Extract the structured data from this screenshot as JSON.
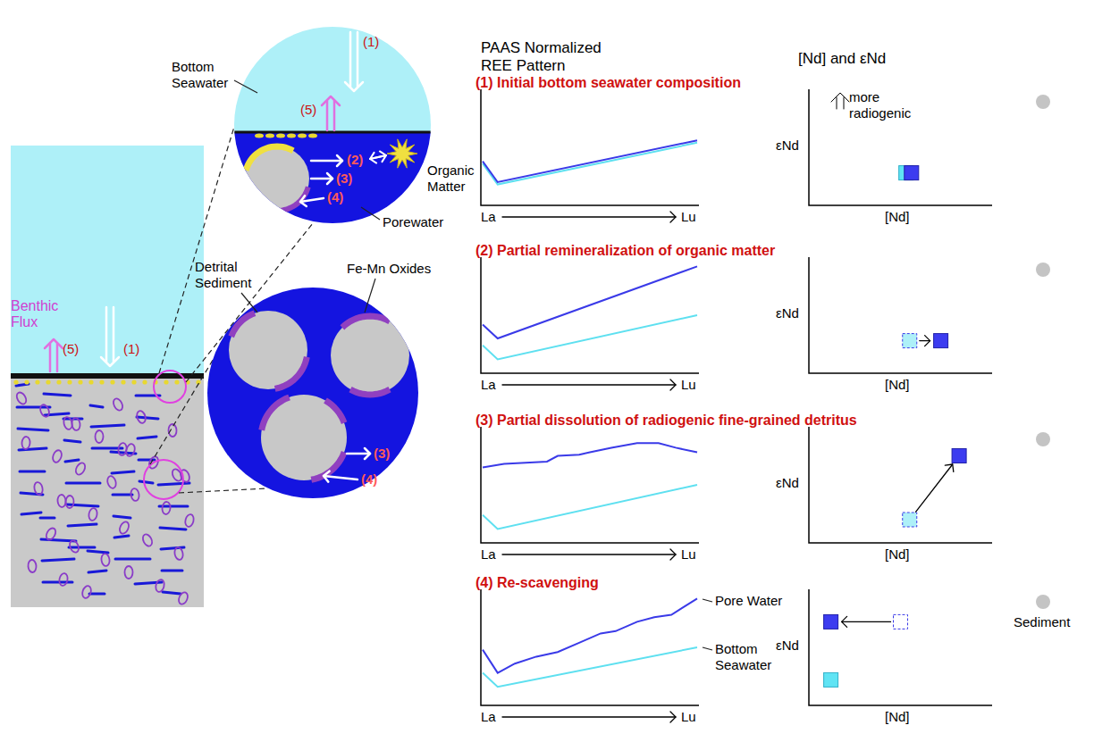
{
  "diagram": {
    "labels": [
      "Benthic Flux",
      "(5)",
      "(1)",
      "Bottom Seawater",
      "(1)",
      "(5)",
      "(2)",
      "(3)",
      "(4)",
      "Organic Matter",
      "Porewater",
      "Detrital Sediment",
      "Fe-Mn Oxides",
      "(3)",
      "(4)",
      "PAAS Normalized REE Pattern",
      "[Nd] and εNd",
      "(1) Initial bottom seawater composition",
      "La",
      "Lu",
      "εNd",
      "[Nd]",
      "more radiogenic",
      "(2) Partial remineralization of organic matter",
      "La",
      "Lu",
      "εNd",
      "[Nd]",
      "(3) Partial dissolution of radiogenic fine-grained detritus",
      "La",
      "Lu",
      "εNd",
      "[Nd]",
      "(4) Re-scavenging",
      "La",
      "Lu",
      "εNd",
      "[Nd]",
      "Pore Water",
      "Bottom Seawater",
      "Sediment"
    ]
  }
}
